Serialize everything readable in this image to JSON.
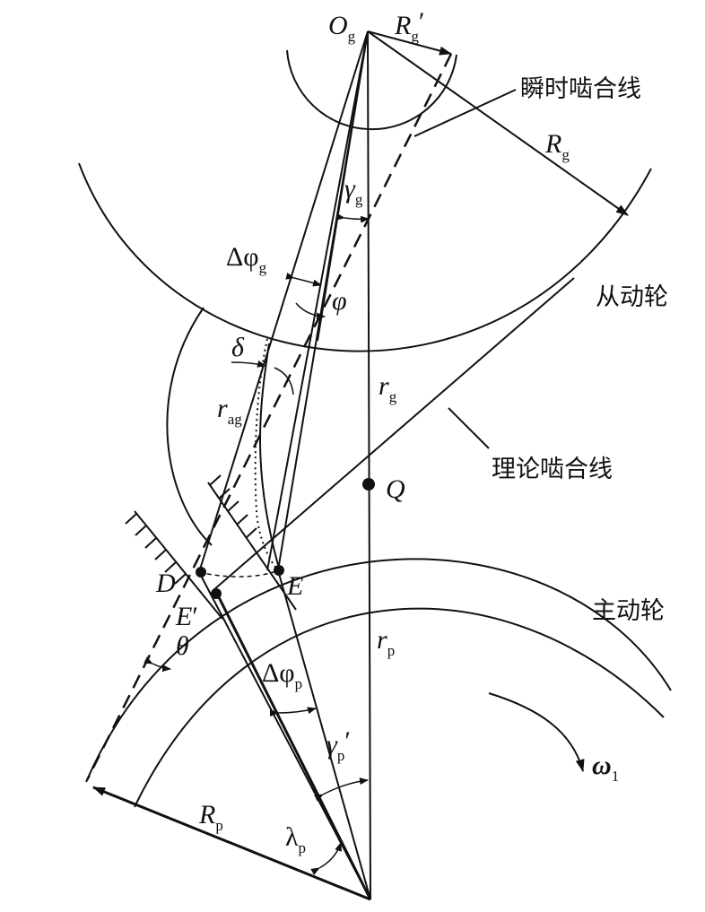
{
  "labels": {
    "Og": "O",
    "Og_sub": "g",
    "Rg_prime": "R",
    "Rg_prime_sub": "g",
    "Rg_prime_mark": "′",
    "Rg": "R",
    "Rg_sub": "g",
    "gamma_g": "γ",
    "gamma_g_sub": "g",
    "dphi_g": "Δφ",
    "dphi_g_sub": "g",
    "phi": "φ",
    "delta": "δ",
    "rg": "r",
    "rg_sub": "g",
    "rag": "r",
    "rag_sub": "ag",
    "Q": "Q",
    "D": "D",
    "E": "E",
    "E_prime": "E",
    "E_prime_mark": "′",
    "theta": "θ",
    "rp": "r",
    "rp_sub": "p",
    "dphi_p": "Δφ",
    "dphi_p_sub": "p",
    "gamma_p": "γ",
    "gamma_p_sub": "p",
    "gamma_p_mark": "′",
    "Rp": "R",
    "Rp_sub": "p",
    "lambda_p": "λ",
    "lambda_p_sub": "p",
    "omega": "ω",
    "omega_sub": "1"
  },
  "annotations": {
    "instant_line": "瞬时啮合线",
    "driven_wheel": "从动轮",
    "theory_line": "理论啮合线",
    "driving_wheel": "主动轮"
  }
}
